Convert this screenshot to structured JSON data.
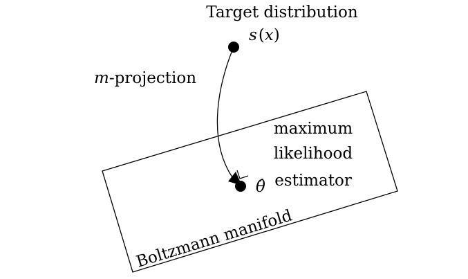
{
  "target": {
    "title": "Target distribution",
    "symbol": "s",
    "symbol_arg_open": "(",
    "symbol_arg": "x",
    "symbol_arg_close": ")"
  },
  "projection": {
    "symbol": "m",
    "label": "-projection"
  },
  "estimator": {
    "symbol": "θ̂",
    "lines": [
      "maximum",
      "likelihood",
      "estimator"
    ]
  },
  "manifold": {
    "label": "Boltzmann manifold"
  }
}
